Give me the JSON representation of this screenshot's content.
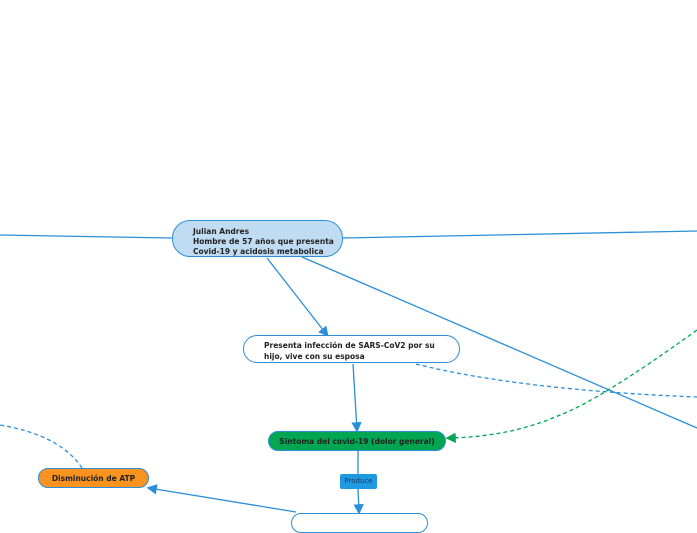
{
  "nodes": {
    "root": {
      "line1": "Julian Andres",
      "line2": "Hombre de 57 años que presenta",
      "line3": "Covid-19 y acidosis metabolica"
    },
    "infection": {
      "line1": "Presenta infección de SARS-CoV2 por su",
      "line2": "hijo, vive con su esposa"
    },
    "symptom": {
      "text": "Sintoma del covid-19 (dolor general)"
    },
    "atp": {
      "text": "Disminución de ATP"
    }
  },
  "link_labels": {
    "produce": "Produce"
  },
  "colors": {
    "line": "#2a8fd8",
    "root_fill": "#c0dcf2",
    "symptom_fill": "#00a651",
    "atp_fill": "#f7931e",
    "dashed_green": "#00a651"
  }
}
